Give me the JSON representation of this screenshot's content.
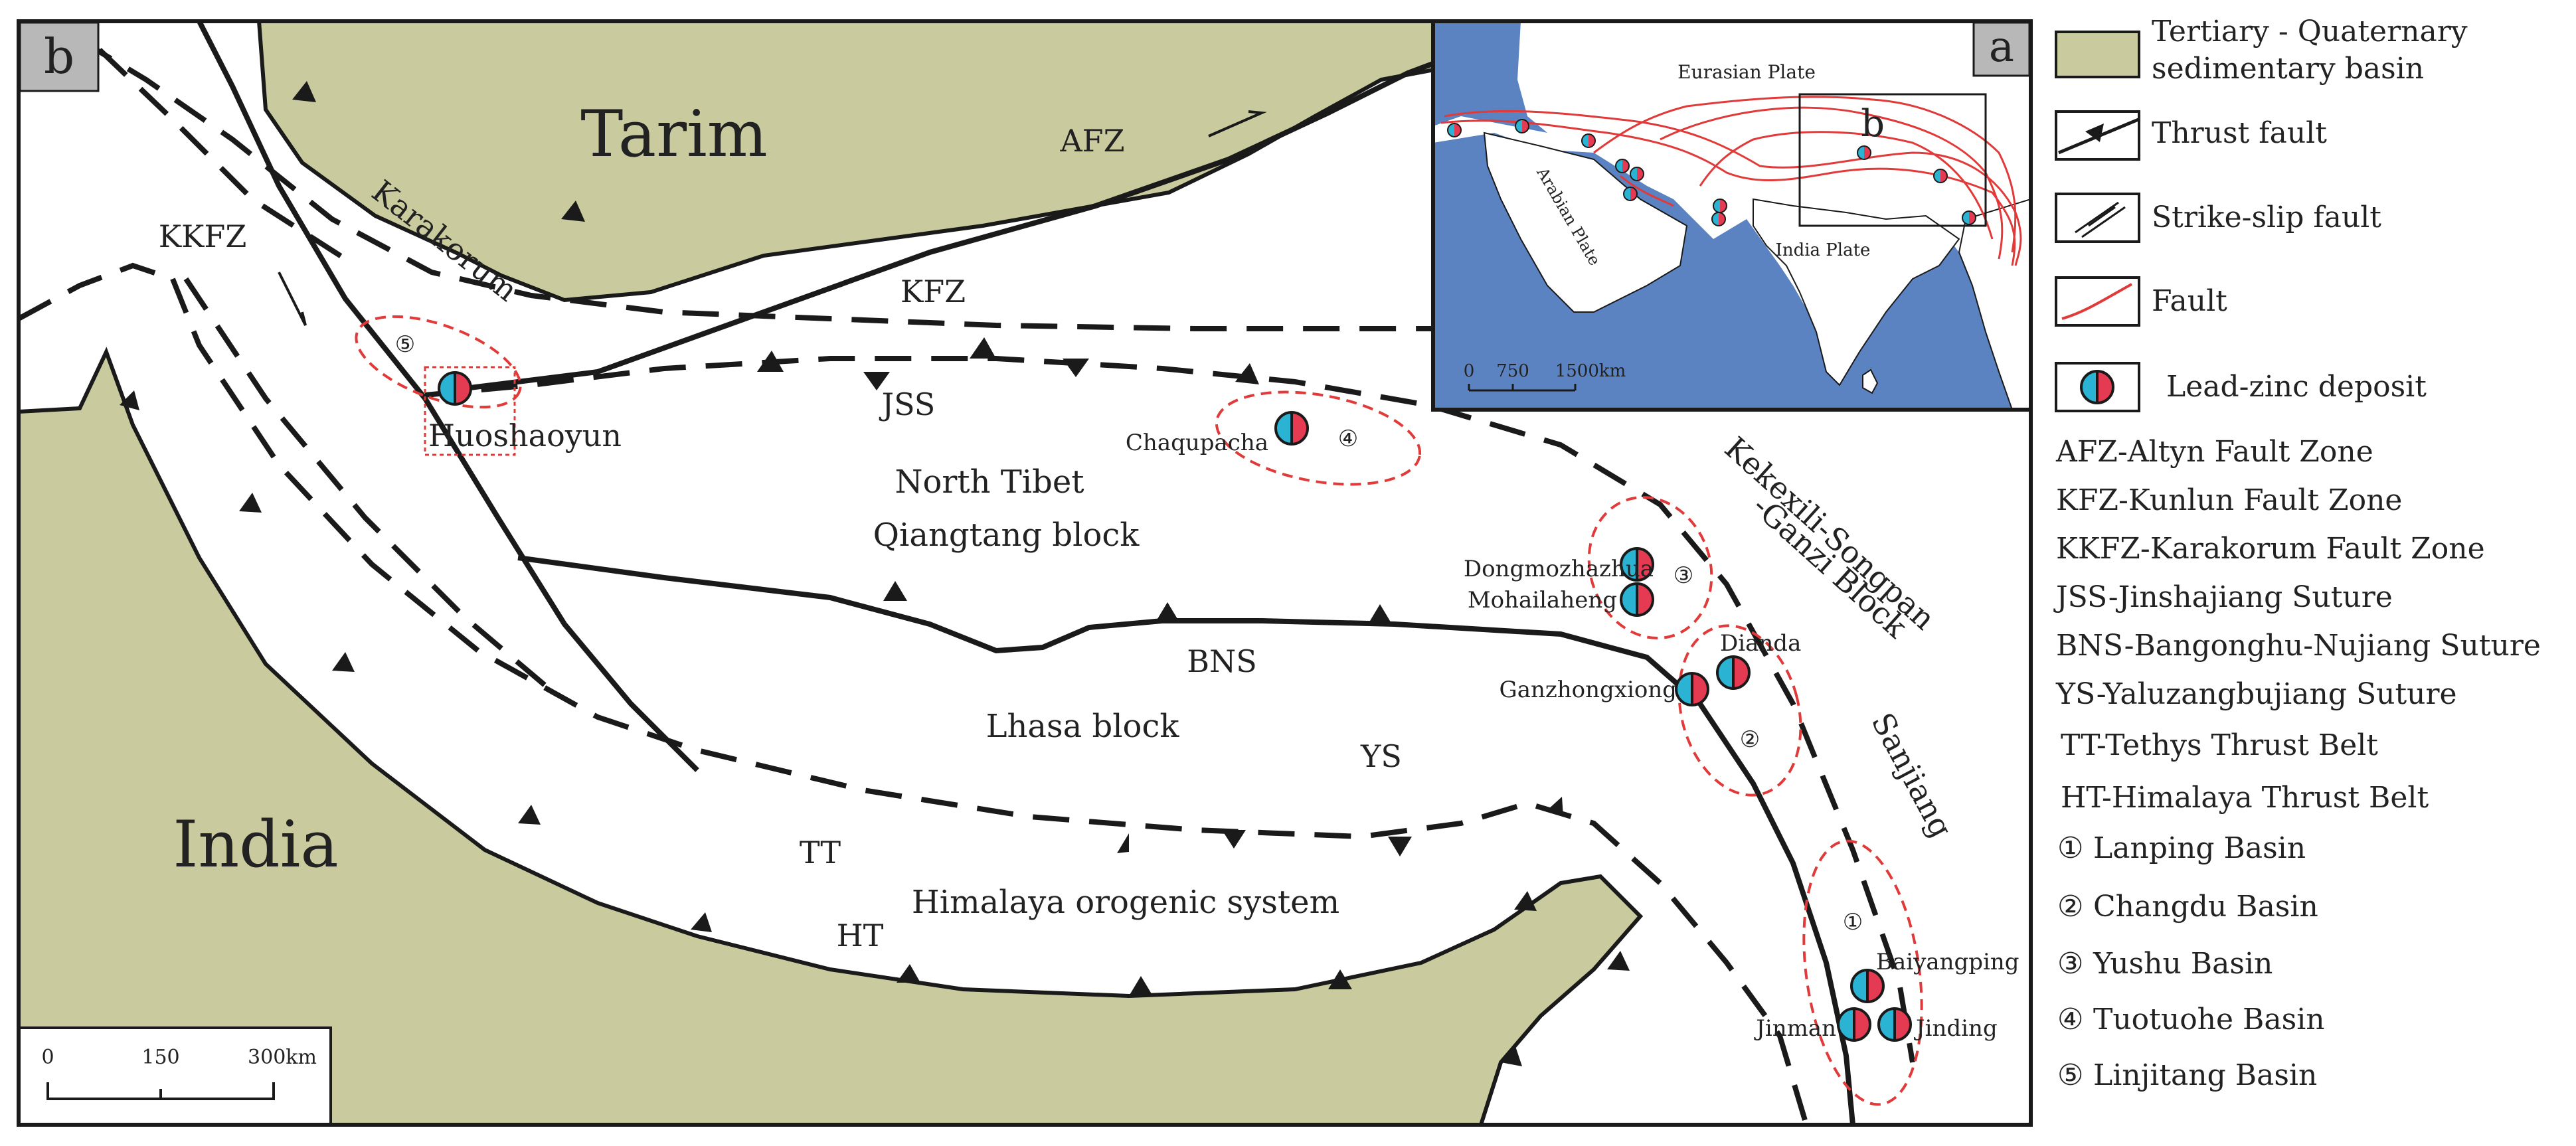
{
  "colors": {
    "basin": "#c9cb9f",
    "ocean": "#5b82c1",
    "fault_red": "#e03a3a",
    "deposit_cyan": "#2bb3d3",
    "deposit_red": "#e43a52",
    "line": "#1a1a1a"
  },
  "panel_b": {
    "label": "b",
    "scale": {
      "ticks": [
        "0",
        "150",
        "300km"
      ]
    },
    "regions": {
      "tarim": "Tarim",
      "india": "India",
      "north_tibet": "North Tibet",
      "qiangtang": "Qiangtang block",
      "lhasa": "Lhasa block",
      "himalaya": "Himalaya orogenic system",
      "karakorum": "Karakorum",
      "kekexili_1": "Kekexili-Songpan",
      "kekexili_2": "-Ganzi Block",
      "sanjiang": "Sanjiang"
    },
    "faults": {
      "afz": "AFZ",
      "kkfz": "KKFZ",
      "kfz": "KFZ",
      "jss": "JSS",
      "bns": "BNS",
      "ys": "YS",
      "tt": "TT",
      "ht": "HT"
    },
    "basins": [
      "①",
      "②",
      "③",
      "④",
      "⑤"
    ],
    "deposits": {
      "huoshaoyun": "Huoshaoyun",
      "chaqupacha": "Chaqupacha",
      "dongmozhazhua": "Dongmozhazhua",
      "mohailaheng": "Mohailaheng",
      "dianda": "Dianda",
      "ganzhongxiong": "Ganzhongxiong",
      "baiyangping": "Baiyangping",
      "jinman": "Jinman",
      "jinding": "Jinding"
    }
  },
  "panel_a": {
    "label": "a",
    "eurasian": "Eurasian Plate",
    "arabian": "Arabian Plate",
    "india": "India Plate",
    "box_label": "b",
    "scale": {
      "ticks": [
        "0",
        "750",
        "1500km"
      ]
    }
  },
  "legend": {
    "items": [
      {
        "icon": "basin-swatch-icon",
        "label": "Tertiary - Quaternary",
        "label2": "sedimentary basin"
      },
      {
        "icon": "thrust-fault-icon",
        "label": "Thrust fault"
      },
      {
        "icon": "strike-slip-fault-icon",
        "label": "Strike-slip fault"
      },
      {
        "icon": "fault-line-icon",
        "label": "Fault"
      },
      {
        "icon": "lead-zinc-deposit-icon",
        "label": "Lead-zinc deposit"
      }
    ],
    "abbreviations": [
      "AFZ-Altyn Fault Zone",
      "KFZ-Kunlun Fault Zone",
      "KKFZ-Karakorum Fault Zone",
      "JSS-Jinshajiang Suture",
      "BNS-Bangonghu-Nujiang Suture",
      "YS-Yaluzangbujiang Suture",
      "TT-Tethys Thrust Belt",
      "HT-Himalaya Thrust Belt"
    ],
    "basins": [
      {
        "num": "①",
        "name": "Lanping Basin"
      },
      {
        "num": "②",
        "name": "Changdu Basin"
      },
      {
        "num": "③",
        "name": "Yushu Basin"
      },
      {
        "num": "④",
        "name": "Tuotuohe Basin"
      },
      {
        "num": "⑤",
        "name": "Linjitang Basin"
      }
    ]
  }
}
